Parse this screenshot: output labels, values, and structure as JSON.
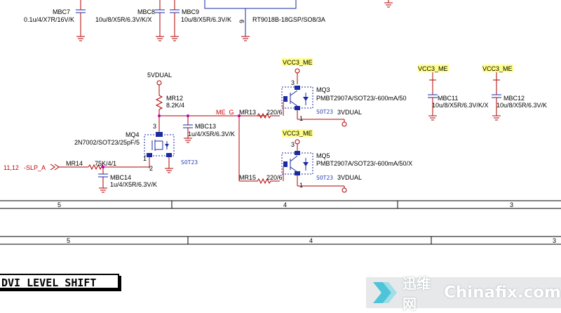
{
  "top_components": {
    "mbc7": {
      "ref": "MBC7",
      "value": "0.1u/4/X7R/16V/K"
    },
    "mbc8": {
      "ref": "MBC8",
      "value": "10u/8/X5R/6.3V/K/X"
    },
    "mbc9": {
      "ref": "MBC9",
      "value": "10u/8/X5R/6.3V/K"
    },
    "reg": {
      "pin": "9",
      "value": "RT9018B-18GSP/SO8/3A"
    }
  },
  "rails": {
    "vdual5": "5VDUAL",
    "vcc3_me": "VCC3_ME",
    "vdual3": "3VDUAL"
  },
  "components": {
    "mr12": {
      "ref": "MR12",
      "value": "8.2K/4"
    },
    "mbc13": {
      "ref": "MBC13",
      "value": "1u/4/X5R/6.3V/K"
    },
    "mq4": {
      "ref": "MQ4",
      "value": "2N7002/SOT23/25pF/5",
      "package": "SOT23"
    },
    "mr14": {
      "ref": "MR14",
      "value": "75K/4/1"
    },
    "mbc14": {
      "ref": "MBC14",
      "value": "1u/4/X5R/6.3V/K"
    },
    "mr13": {
      "ref": "MR13",
      "value": "220/6"
    },
    "mr15": {
      "ref": "MR15",
      "value": "220/6"
    },
    "mq3": {
      "ref": "MQ3",
      "value": "PMBT2907A/SOT23/-600mA/50",
      "package": "SOT23"
    },
    "mq5": {
      "ref": "MQ5",
      "value": "PMBT2907A/SOT23/-600mA/50/X",
      "package": "SOT23"
    },
    "mbc11": {
      "ref": "MBC11",
      "value": "10u/8/X5R/6.3V/K/X"
    },
    "mbc12": {
      "ref": "MBC12",
      "value": "10u/8/X5R/6.3V/K"
    }
  },
  "nets": {
    "me_g": "ME_G",
    "slp_a": "-SLP_A",
    "slp_a_pages": "11,12"
  },
  "pins": {
    "p1": "1",
    "p2": "2",
    "p3": "3"
  },
  "zone_ruler": {
    "row1": [
      "5",
      "4",
      "3"
    ],
    "row2": [
      "5",
      "4",
      "3"
    ]
  },
  "block_title": "DVI LEVEL SHIFT",
  "watermark": {
    "cn": "迅维网",
    "en": "Chinafix.com"
  },
  "colors": {
    "wire": "#b00000",
    "net_label": "#cc0000",
    "part": "#1a2aa0",
    "rail_bg": "#ffff88"
  }
}
